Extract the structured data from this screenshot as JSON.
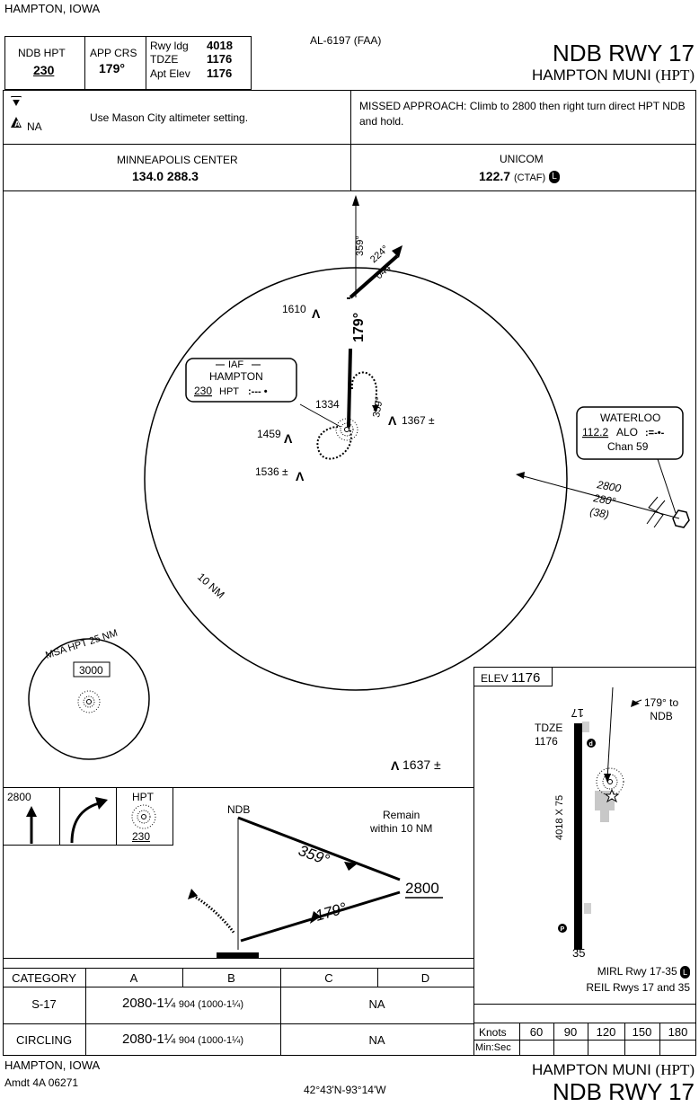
{
  "header": {
    "location": "HAMPTON, IOWA",
    "chart_code": "AL-6197 (FAA)",
    "procedure_title": "NDB RWY 17",
    "airport_name": "HAMPTON MUNI",
    "airport_id": "(HPT)",
    "ndb_label": "NDB HPT",
    "ndb_freq": "230",
    "app_crs_label": "APP CRS",
    "app_crs_value": "179°",
    "rwy_ldg_label": "Rwy ldg",
    "rwy_ldg_value": "4018",
    "tdze_label": "TDZE",
    "tdze_value": "1176",
    "apt_elev_label": "Apt Elev",
    "apt_elev_value": "1176"
  },
  "briefing": {
    "alt_note": "Use Mason City altimeter setting.",
    "na_label": "NA",
    "missed_approach": "MISSED APPROACH: Climb to 2800 then right turn direct HPT NDB and hold.",
    "center_name": "MINNEAPOLIS CENTER",
    "center_freqs": "134.0  288.3",
    "unicom_name": "UNICOM",
    "unicom_freq": "122.7",
    "unicom_ctaf": "(CTAF)"
  },
  "planview": {
    "ring_label": "10 NM",
    "iaf_label": "IAF",
    "iaf_name": "HAMPTON",
    "iaf_freq": "230",
    "iaf_ident": "HPT",
    "iaf_morse": ":--- •",
    "crs_final": "179°",
    "crs_out": "359°",
    "crs_224": "224°",
    "crs_044": "044°",
    "hold_crs": "359°",
    "obstacles": [
      "1610",
      "1334",
      "1367 ±",
      "1459",
      "1536 ±",
      "1637 ±"
    ],
    "waterloo_name": "WATERLOO",
    "waterloo_freq": "112.2",
    "waterloo_ident": "ALO",
    "waterloo_morse": ":=-•-",
    "waterloo_chan": "Chan 59",
    "route_alt": "2800",
    "route_crs": "280°",
    "route_dist": "(38)"
  },
  "msa": {
    "label": "MSA HPT 25 NM",
    "altitude": "3000"
  },
  "missed_icons": {
    "climb_alt": "2800",
    "fix_label": "HPT",
    "fix_freq": "230"
  },
  "profile": {
    "ndb_label": "NDB",
    "remain_text": "Remain\nwithin 10 NM",
    "crs_out": "359°",
    "crs_in": "179°",
    "alt": "2800"
  },
  "airport": {
    "elev_label": "ELEV",
    "elev_value": "1176",
    "rwy_top": "17",
    "rwy_bottom": "35",
    "tdze_label": "TDZE",
    "tdze_value": "1176",
    "rwy_dims": "4018 X 75",
    "ndb_note": "179° to\nNDB",
    "lighting_1": "MIRL Rwy 17-35",
    "lighting_2": "REIL Rwys 17 and 35"
  },
  "minimums": {
    "headers": [
      "CATEGORY",
      "A",
      "B",
      "C",
      "D"
    ],
    "rows": [
      {
        "label": "S-17",
        "ab_main": "2080-1¼",
        "ab_sub": "904 (1000-1¼)",
        "cd": "NA"
      },
      {
        "label": "CIRCLING",
        "ab_main": "2080-1¼",
        "ab_sub": "904 (1000-1¼)",
        "cd": "NA"
      }
    ]
  },
  "time_table": {
    "knots_label": "Knots",
    "minsec_label": "Min:Sec",
    "speeds": [
      "60",
      "90",
      "120",
      "150",
      "180"
    ]
  },
  "footer": {
    "location": "HAMPTON, IOWA",
    "amendment": "Amdt 4A  06271",
    "coordinates": "42°43'N-93°14'W",
    "airport_name": "HAMPTON MUNI",
    "airport_id": "(HPT)",
    "procedure_title": "NDB RWY 17"
  }
}
